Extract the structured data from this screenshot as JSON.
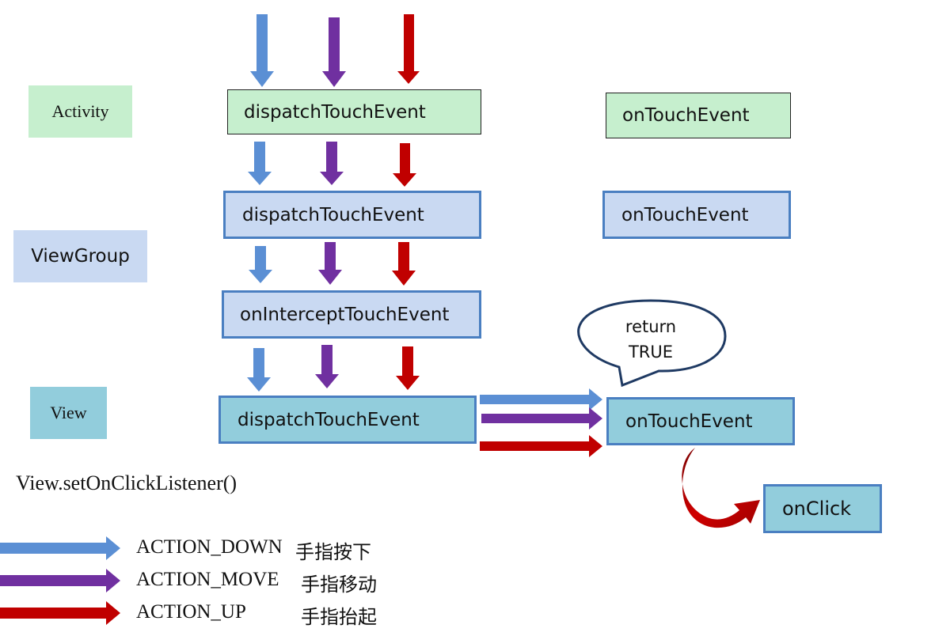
{
  "layers": {
    "activity": "Activity",
    "viewgroup": "ViewGroup",
    "view": "View"
  },
  "boxes": {
    "activity_dispatch": "dispatchTouchEvent",
    "activity_ontouch": "onTouchEvent",
    "viewgroup_dispatch": "dispatchTouchEvent",
    "viewgroup_ontouch": "onTouchEvent",
    "viewgroup_intercept": "onInterceptTouchEvent",
    "view_dispatch": "dispatchTouchEvent",
    "view_ontouch": "onTouchEvent",
    "onclick": "onClick"
  },
  "bubble": {
    "line1": "return",
    "line2": "TRUE"
  },
  "note": "View.setOnClickListener()",
  "legend": [
    {
      "action": "ACTION_DOWN",
      "meaning": "手指按下",
      "color": "#5b8fd4"
    },
    {
      "action": "ACTION_MOVE",
      "meaning": "手指移动",
      "color": "#7030a0"
    },
    {
      "action": "ACTION_UP",
      "meaning": "手指抬起",
      "color": "#c00000"
    }
  ],
  "colors": {
    "down": "#5b8fd4",
    "move": "#7030a0",
    "up": "#c00000",
    "activity_fill": "#c6efce",
    "viewgroup_fill": "#c9d9f2",
    "view_fill": "#92cddc"
  }
}
